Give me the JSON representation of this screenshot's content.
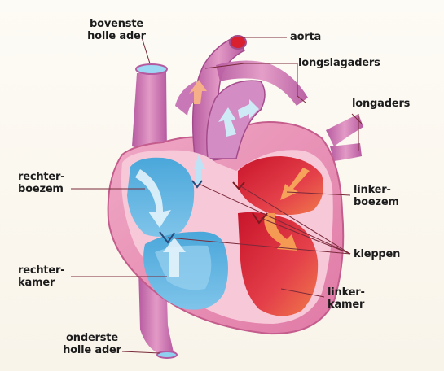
{
  "labels": {
    "bovenste_holle_ader": [
      "bovenste",
      "holle ader"
    ],
    "aorta": [
      "aorta"
    ],
    "longslagaders": [
      "longslagaders"
    ],
    "longaders": [
      "longaders"
    ],
    "rechter_boezem": [
      "rechter-",
      "boezem"
    ],
    "linker_boezem": [
      "linker-",
      "boezem"
    ],
    "kleppen": [
      "kleppen"
    ],
    "rechter_kamer": [
      "rechter-",
      "kamer"
    ],
    "linker_kamer": [
      "linker-",
      "kamer"
    ],
    "onderste_holle_ader": [
      "onderste",
      "holle ader"
    ]
  },
  "colors": {
    "pink_tissue": "#e89ab8",
    "pink_inner": "#f6c7d6",
    "vessel_purple": "#c86aa8",
    "blood_blue": "#5aaede",
    "blood_blue_light": "#bfe3f6",
    "blood_red": "#d4202c",
    "blood_orange": "#f08a30",
    "leader_line": "#7a2a3a"
  }
}
